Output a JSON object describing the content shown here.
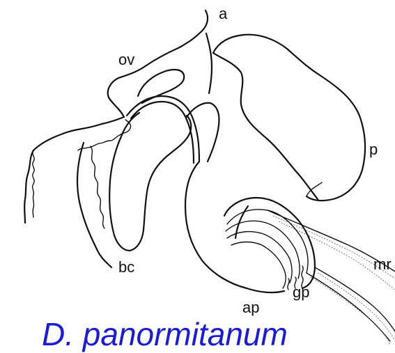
{
  "labels": {
    "a": "a",
    "ov": "ov",
    "p": "p",
    "bc": "bc",
    "mr": "mr",
    "gp": "gp",
    "ap": "ap"
  },
  "species": "D. panormitanum",
  "colors": {
    "ink": "#111111",
    "species_text": "#1a1adb",
    "background": "#ffffff"
  }
}
